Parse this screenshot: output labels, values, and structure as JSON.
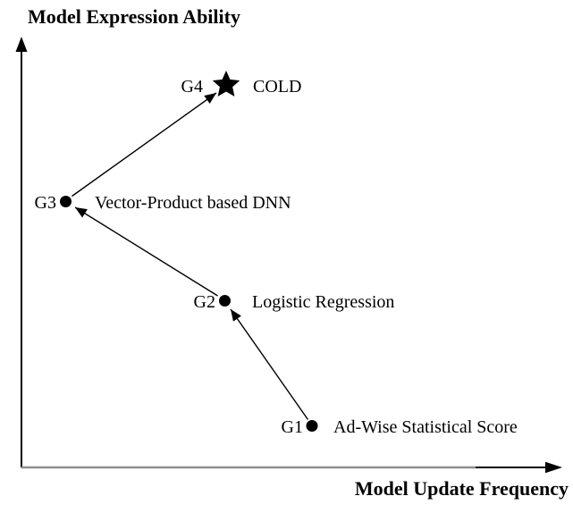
{
  "figure": {
    "y_axis_label": "Model Expression Ability",
    "x_axis_label": "Model Update Frequency",
    "points": [
      {
        "id": "G1",
        "name": "Ad-Wise Statistical Score",
        "marker": "dot"
      },
      {
        "id": "G2",
        "name": "Logistic Regression",
        "marker": "dot"
      },
      {
        "id": "G3",
        "name": "Vector-Product based DNN",
        "marker": "dot"
      },
      {
        "id": "G4",
        "name": "COLD",
        "marker": "star"
      }
    ],
    "arrows": [
      {
        "from": "G1",
        "to": "G2"
      },
      {
        "from": "G2",
        "to": "G3"
      },
      {
        "from": "G3",
        "to": "G4"
      }
    ],
    "colors": {
      "ink": "#000000",
      "x_axis_line": "#8e8e8e",
      "background": "#ffffff"
    }
  }
}
